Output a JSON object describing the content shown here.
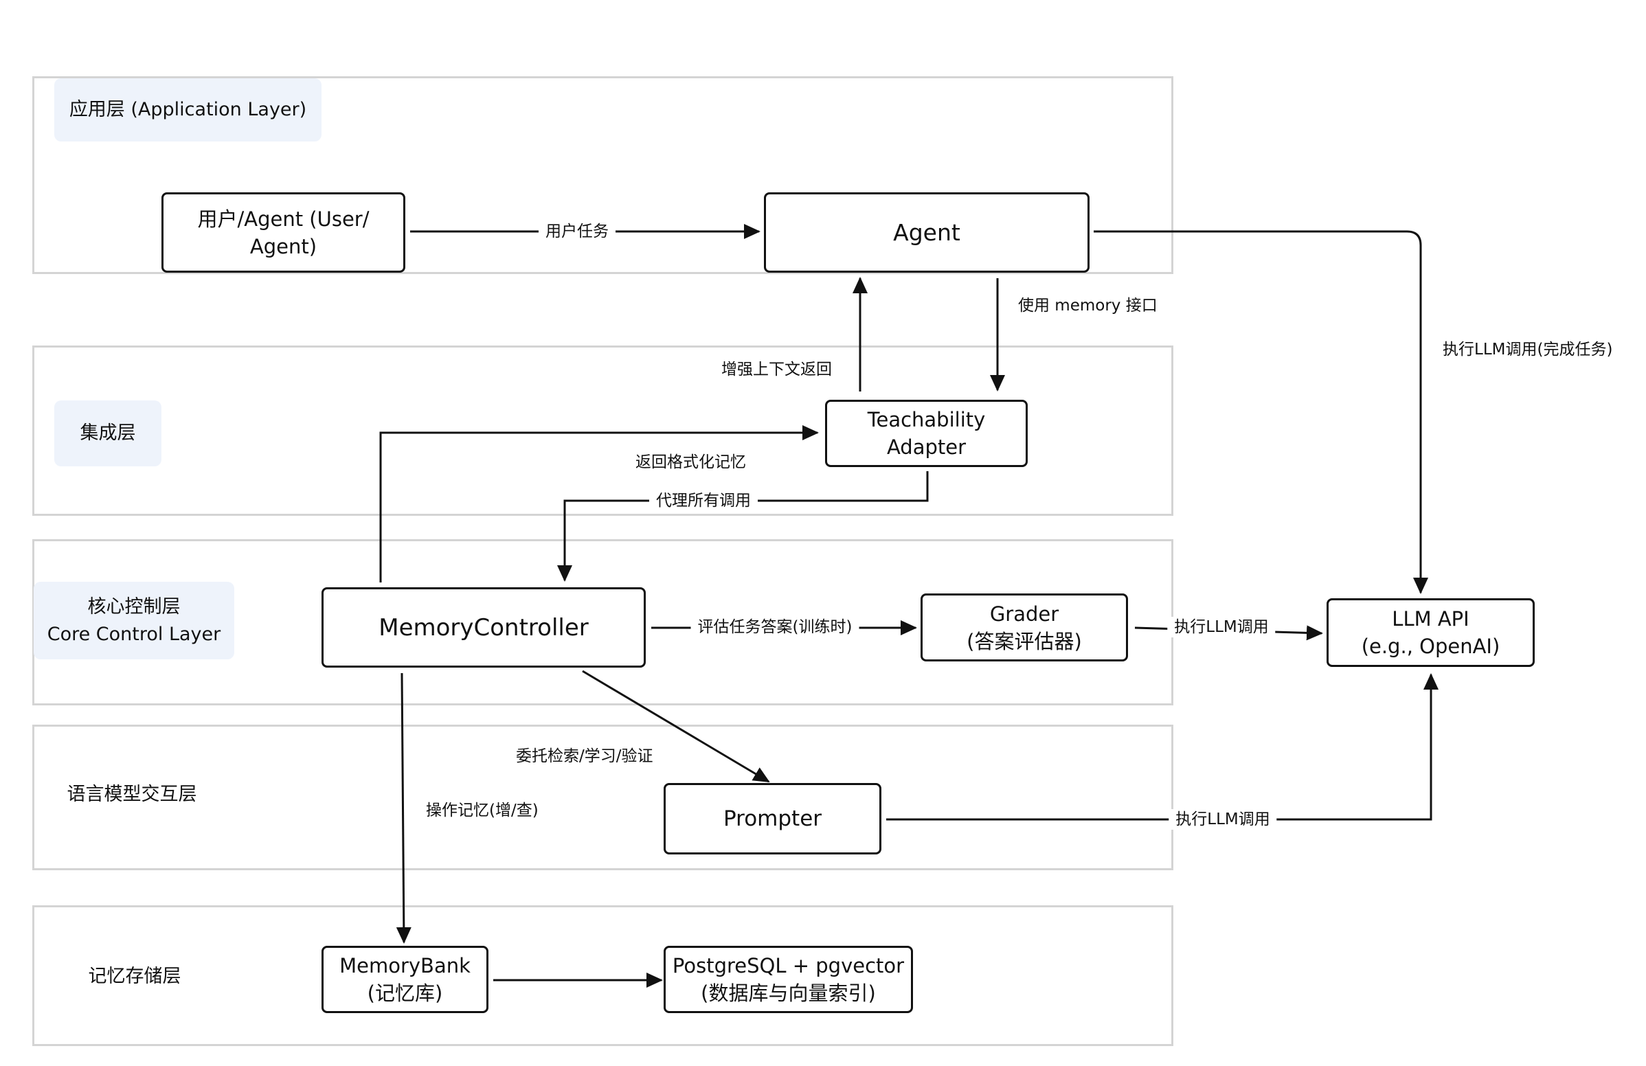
{
  "layers": {
    "application": {
      "label": "应用层 (Application Layer)"
    },
    "integration": {
      "label": "集成层"
    },
    "core": {
      "label_line1": "核心控制层",
      "label_line2": "Core Control Layer"
    },
    "language_model": {
      "label": "语言模型交互层"
    },
    "memory_storage": {
      "label": "记忆存储层"
    }
  },
  "nodes": {
    "user_agent": {
      "line1": "用户/Agent (User/",
      "line2": "Agent)"
    },
    "agent": {
      "label": "Agent"
    },
    "teachability_adapter": {
      "line1": "Teachability",
      "line2": "Adapter"
    },
    "memory_controller": {
      "label": "MemoryController"
    },
    "grader": {
      "line1": "Grader",
      "line2": "(答案评估器)"
    },
    "llm_api": {
      "line1": "LLM API",
      "line2": "(e.g., OpenAI)"
    },
    "prompter": {
      "label": "Prompter"
    },
    "memory_bank": {
      "line1": "MemoryBank",
      "line2": "(记忆库)"
    },
    "postgres": {
      "line1": "PostgreSQL + pgvector",
      "line2": "(数据库与向量索引)"
    }
  },
  "edges": {
    "user_task": "用户任务",
    "use_memory_interface": "使用 memory 接口",
    "enhanced_context_return": "增强上下文返回",
    "execute_llm_complete_task": "执行LLM调用(完成任务)",
    "return_formatted_memory": "返回格式化记忆",
    "proxy_all_calls": "代理所有调用",
    "evaluate_answer": "评估任务答案(训练时)",
    "grader_llm_call": "执行LLM调用",
    "delegate": "委托检索/学习/验证",
    "operate_memory": "操作记忆(增/查)",
    "prompter_llm_call": "执行LLM调用"
  },
  "colors": {
    "line": "#111111",
    "layer_border": "#d4d4d4",
    "tag_background": "#eef3fb"
  }
}
